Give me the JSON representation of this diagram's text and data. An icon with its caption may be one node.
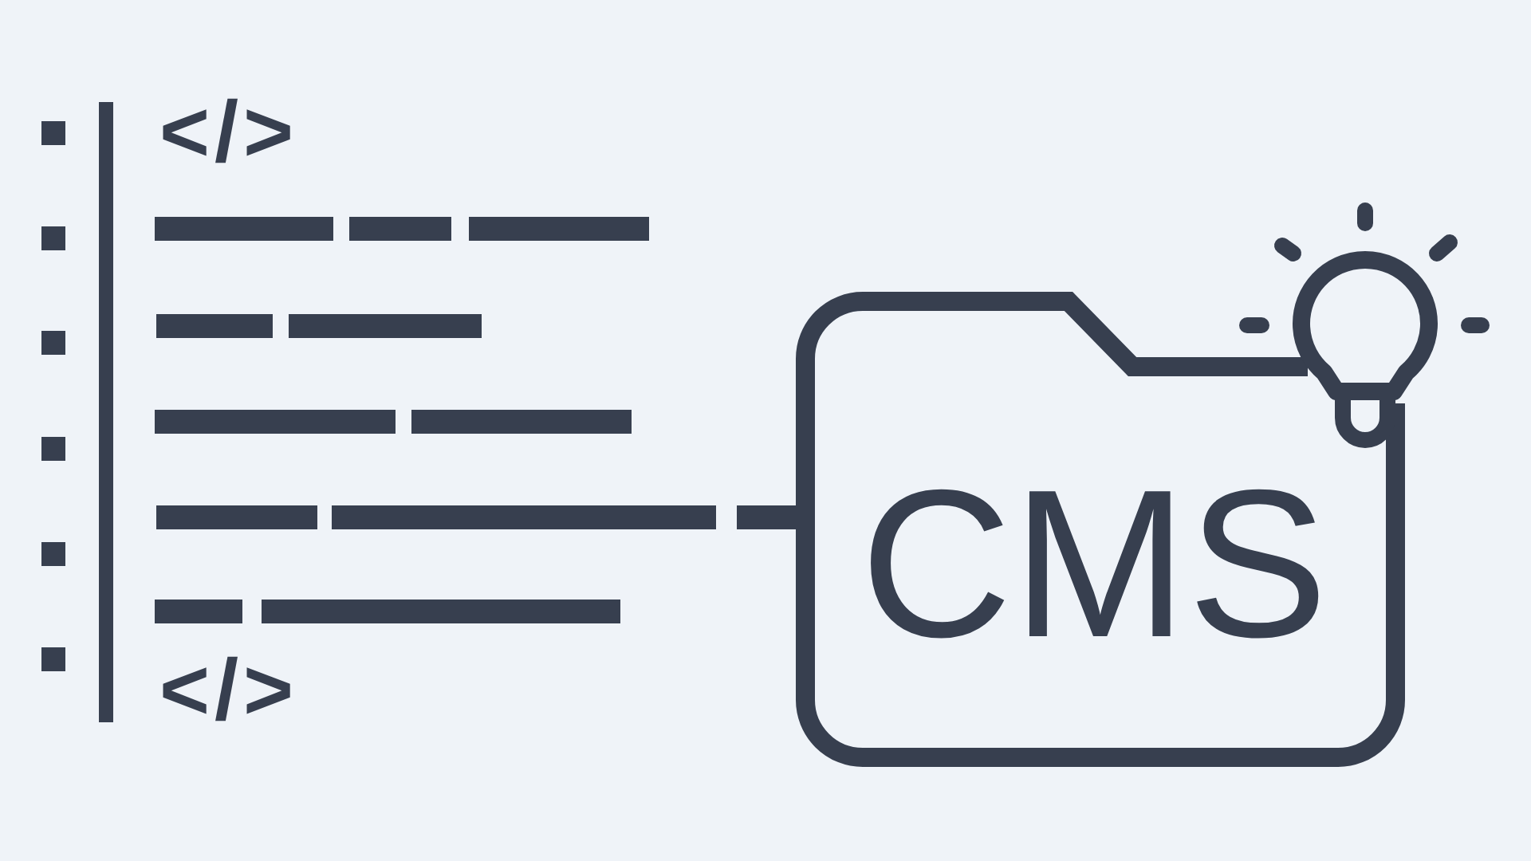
{
  "diagram": {
    "nodes": [
      {
        "text": [
          "</>",
          "</>"
        ]
      },
      {
        "text": [
          "CMS"
        ]
      }
    ],
    "edges": [
      {
        "from": 0,
        "to": 1,
        "arrow": "none"
      }
    ]
  }
}
